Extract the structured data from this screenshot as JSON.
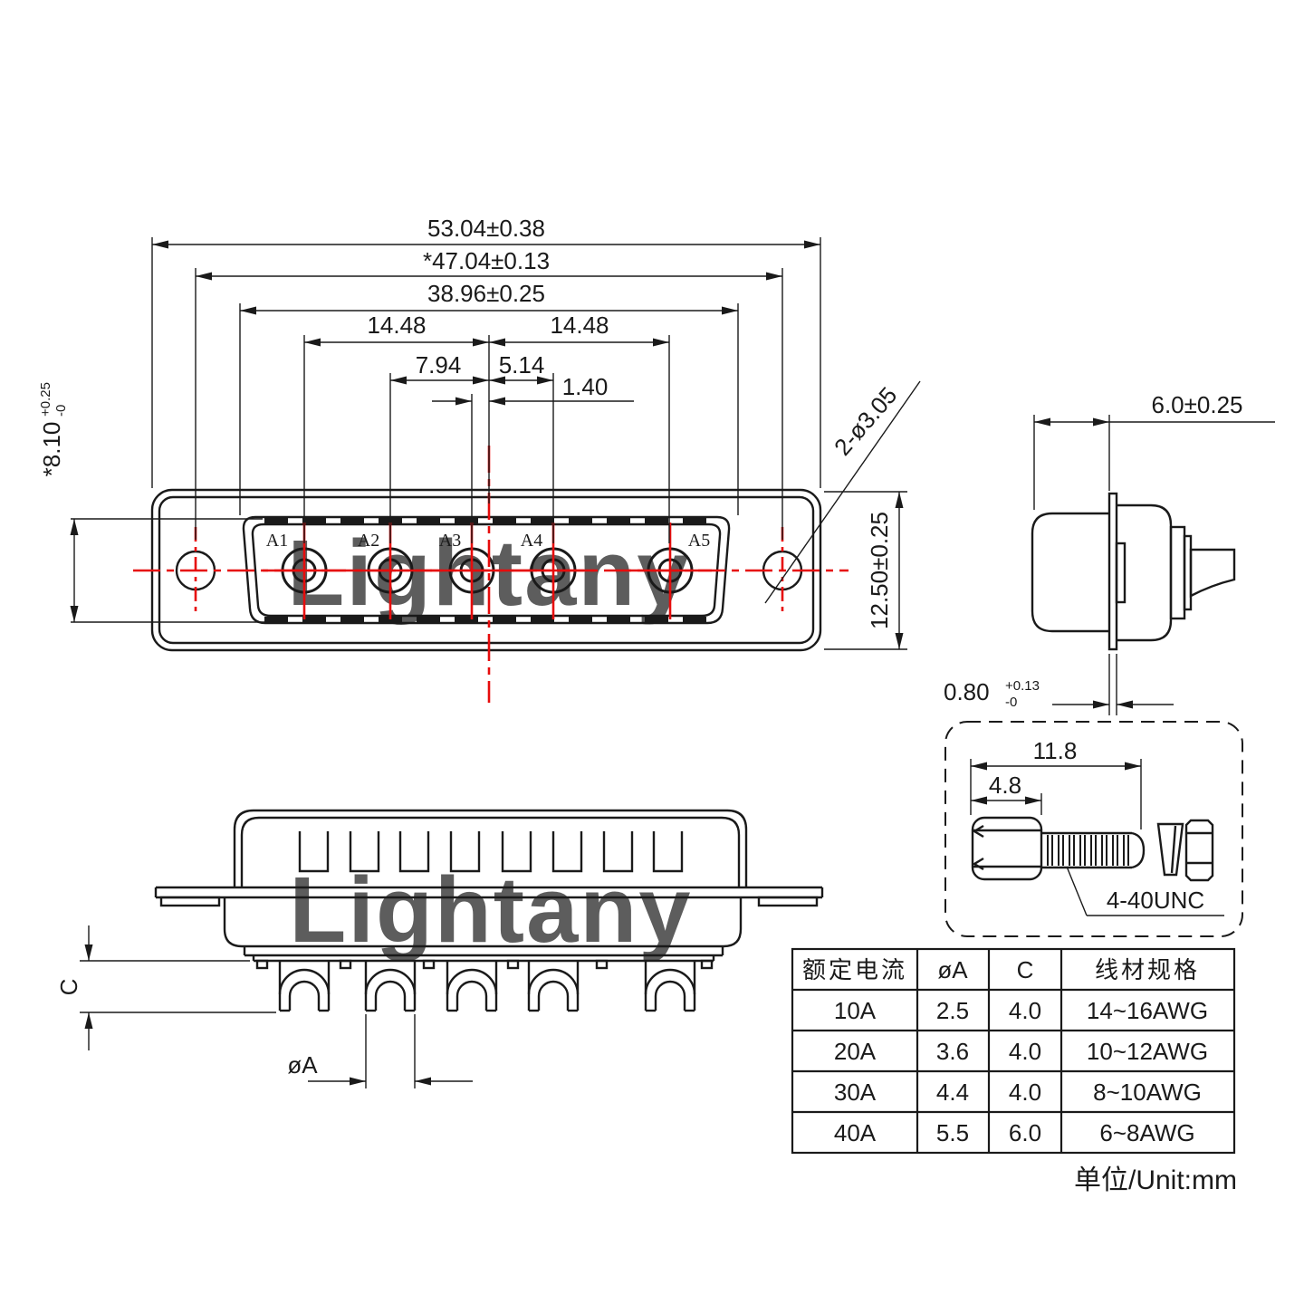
{
  "meta": {
    "unit_note": "单位/Unit:mm",
    "watermark": "Lightany"
  },
  "colors": {
    "line": "#1a1a1a",
    "accent_red": "#e60c0c",
    "watermark_pink": "#f6d2cd"
  },
  "front_view": {
    "dims": {
      "width_outer": "53.04±0.38",
      "width_mounting": "*47.04±0.13",
      "width_opening": "38.96±0.25",
      "pitch_left": "14.48",
      "pitch_right": "14.48",
      "a2_offset": "7.94",
      "a4_offset": "5.14",
      "a3_offset": "1.40",
      "opening_height": "*8.10",
      "opening_height_tol_plus": "+0.25",
      "opening_height_tol_minus": "-0",
      "flange_height": "12.50±0.25",
      "mounting_holes": "2-ø3.05"
    },
    "contacts": [
      "A1",
      "A2",
      "A3",
      "A4",
      "A5"
    ]
  },
  "side_view": {
    "dims": {
      "front_depth": "6.0±0.25",
      "flange_thickness": "0.80",
      "flange_tol_plus": "+0.13",
      "flange_tol_minus": "-0"
    }
  },
  "screw_detail": {
    "dims": {
      "total_length": "11.8",
      "head_length": "4.8"
    },
    "thread_label": "4-40UNC"
  },
  "bottom_view": {
    "dims": {
      "tail_length": "C",
      "tail_diameter": "øA"
    }
  },
  "spec_table": {
    "headers": [
      "额定电流",
      "øA",
      "C",
      "线材规格"
    ],
    "rows": [
      [
        "10A",
        "2.5",
        "4.0",
        "14~16AWG"
      ],
      [
        "20A",
        "3.6",
        "4.0",
        "10~12AWG"
      ],
      [
        "30A",
        "4.4",
        "4.0",
        "8~10AWG"
      ],
      [
        "40A",
        "5.5",
        "6.0",
        "6~8AWG"
      ]
    ]
  }
}
